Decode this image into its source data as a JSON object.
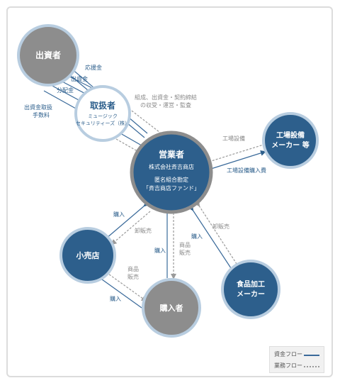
{
  "nodes": {
    "investor": {
      "label": "出資者"
    },
    "handler": {
      "label": "取扱者",
      "sub1": "ミュージック",
      "sub2": "セキュリティーズ（株）"
    },
    "operator": {
      "label": "営業者",
      "sub1": "株式会社斉吉商店",
      "sub2": "匿名組合勘定",
      "sub3": "「斉吉商店ファンド」"
    },
    "equipment": {
      "label1": "工場設備",
      "label2": "メーカー 等"
    },
    "retailer": {
      "label": "小売店"
    },
    "food": {
      "label1": "食品加工",
      "label2": "メーカー"
    },
    "buyer": {
      "label": "購入者"
    }
  },
  "flows": {
    "support": "応援金",
    "investment": "出資金",
    "distribution": "分配金",
    "fee1": "出資金取扱",
    "fee2": "手数料",
    "contract1": "組成、出資金・契約締結",
    "contract2": "の収受・運営・監査",
    "equip_purchase_label": "工場設備",
    "equip_payment": "工場設備購入費",
    "retail_purchase": "購入",
    "retail_wholesale": "卸販売",
    "goods1": "商品",
    "goods2": "販売",
    "buyer_purchase": "購入",
    "food_purchase": "購入",
    "food_wholesale": "卸販売",
    "retail_goods1": "商品",
    "retail_goods2": "販売",
    "retail_buyer_purchase": "購入"
  },
  "legend": {
    "money": "資金フロー",
    "business": "業務フロー"
  },
  "colors": {
    "blue": "#2d5f8c",
    "gray": "#8d8d8d",
    "ring": "#b8cde0",
    "money_line": "#3a6a9a",
    "business_line": "#9a9a9a"
  }
}
